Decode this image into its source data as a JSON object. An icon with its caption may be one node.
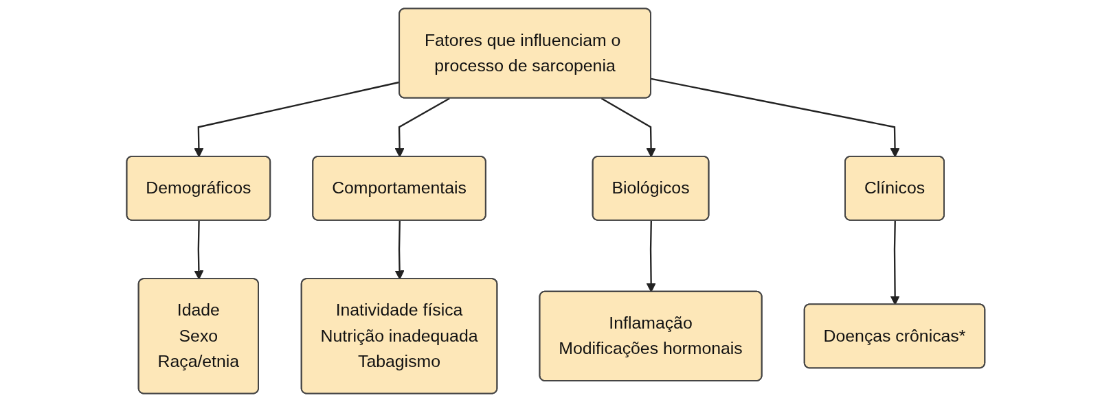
{
  "diagram": {
    "nodes": [
      {
        "text": [
          "Fatores que influenciam o processo de sarcopenia"
        ]
      },
      {
        "text": [
          "Demográficos"
        ]
      },
      {
        "text": [
          "Comportamentais"
        ]
      },
      {
        "text": [
          "Biológicos"
        ]
      },
      {
        "text": [
          "Clínicos"
        ]
      },
      {
        "text": [
          "Idade",
          "Sexo",
          "Raça/etnia"
        ]
      },
      {
        "text": [
          "Inatividade física",
          "Nutrição inadequada",
          "Tabagismo"
        ]
      },
      {
        "text": [
          "Inflamação",
          "Modificações hormonais"
        ]
      },
      {
        "text": [
          "Doenças crônicas*"
        ]
      }
    ],
    "edges": [
      {
        "from": 0,
        "to": 1,
        "arrow": "to"
      },
      {
        "from": 0,
        "to": 2,
        "arrow": "to"
      },
      {
        "from": 0,
        "to": 3,
        "arrow": "to"
      },
      {
        "from": 0,
        "to": 4,
        "arrow": "to"
      },
      {
        "from": 1,
        "to": 5,
        "arrow": "to"
      },
      {
        "from": 2,
        "to": 6,
        "arrow": "to"
      },
      {
        "from": 3,
        "to": 7,
        "arrow": "to"
      },
      {
        "from": 4,
        "to": 8,
        "arrow": "to"
      }
    ]
  }
}
